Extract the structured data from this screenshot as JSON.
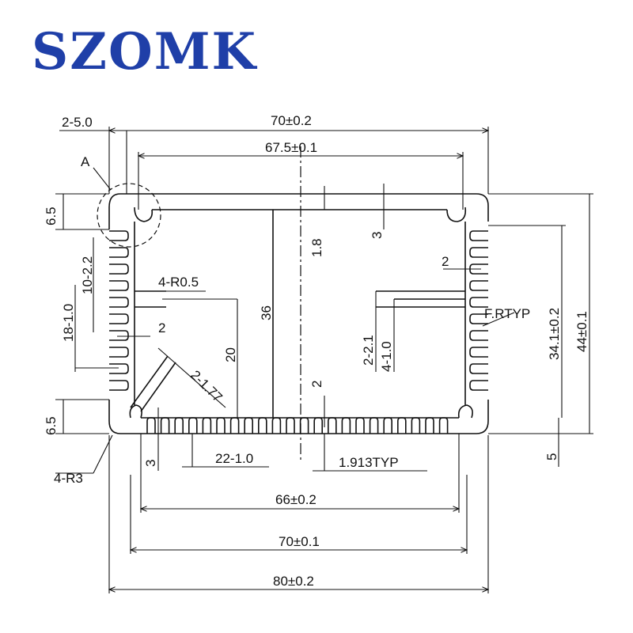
{
  "logo": {
    "text": "SZOMK",
    "color": "#1f3fa8"
  },
  "dimensions": {
    "top_outer_width": "70±0.2",
    "top_inner_width": "67.5±0.1",
    "wall_gap": "2-5.0",
    "detail_callout": "A",
    "left_top_height": "6.5",
    "left_fin_pitch": "10-2.2",
    "left_fin_count": "18-1.0",
    "inner_radius": "4-R0.5",
    "fin_thickness_left": "2",
    "inner_height_36": "36",
    "inner_height_20": "20",
    "center_rib_18": "1.8",
    "top_rib_3": "3",
    "right_slot_2": "2",
    "slot_width_2_2_1": "2-2.1",
    "slot_width_4_1_0": "4-1.0",
    "fillet_r_typ": "F.RTYP",
    "inner_height_34_1": "34.1±0.2",
    "outer_height_44": "44±0.1",
    "diag_2_1_77": "2-1.77",
    "bottom_rib_2": "2",
    "left_bottom_height": "6.5",
    "outer_radius": "4-R3",
    "bottom_fin_3": "3",
    "bottom_fin_count": "22-1.0",
    "bottom_fin_pitch": "1.913TYP",
    "right_bottom_5": "5",
    "bottom_inner_width": "66±0.2",
    "bottom_mid_width": "70±0.1",
    "bottom_outer_width": "80±0.2"
  }
}
